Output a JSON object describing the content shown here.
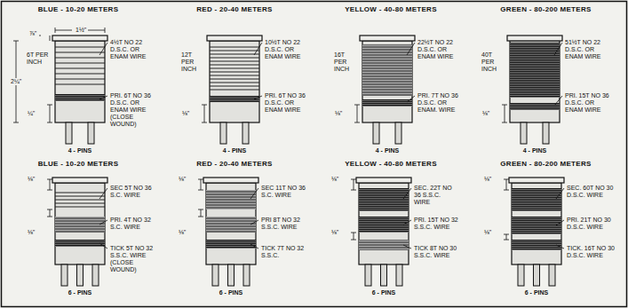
{
  "diagram": {
    "labels": [
      "BLUE - 10-20 METERS",
      "⅞\"",
      "1½\"",
      "6T PER INCH",
      "2¼\"",
      "4½T NO 22 D.S.C. OR ENAM WIRE",
      "PRI. 6T NO 36 D.S.C. OR ENAM WIRE (CLOSE WOUND)",
      "¼\"",
      "4 - PINS",
      "RED - 20-40 METERS",
      "12T PER INCH",
      "10½T NO 22 D.S.C. OR ENAM WIRE",
      "PRI. 6T NO 36 D.S.C. OR ENAM WIRE",
      "⅛\"",
      "4 - PINS",
      "YELLOW - 40-80 METERS",
      "16T PER INCH",
      "22½T NO 22 D.S.C. OR ENAM WIRE",
      "PRI. 7T NO 36 D.S.C. OR ENAM. WIRE",
      "⅛\"",
      "4 - PINS",
      "GREEN - 80-200 METERS",
      "40T PER INCH",
      "51½T NO 22 D.S.C. OR ENAM WIRE",
      "PRI. 15T NO 36 D.S.C. OR ENAM WIRE",
      "⅛\"",
      "4 - PINS",
      "BLUE - 10-20 METERS",
      "⅛\"",
      "SEC 5T NO 36 S.C. WIRE",
      "⅛\"",
      "PRI. 4T NO 32 S.C. WIRE",
      "TICK 5T NO 32 S.S.C. WIRE (CLOSE WOUND)",
      "6 - PINS",
      "RED - 20-40 METERS",
      "⅛\"",
      "SEC 11T NO 36 S.C. WIRE",
      "⅛\"",
      "PRI 8T NO 32 S.S.C. WIRE",
      "TICK 7T NO 32 S.S.C.",
      "6 - PINS",
      "YELLOW - 40-80 METERS",
      "⅛\"",
      "SEC. 22T NO 36 S.S.C. WIRE",
      "PRI. 15T NO 32 S.S.C. WIRE",
      "⅛\"",
      "TICK 8T NO 30 S.S.C. WIRE",
      "6 - PINS",
      "GREEN - 80-200 METERS",
      "⅛\"",
      "SEC. 60T NO 30 D.S.C. WIRE",
      "PRI. 21T NO 30 D.S.C. WIRE",
      "⅛\"",
      "TICK. 16T NO 30 D.S.C. WIRE",
      "6 - PINS"
    ]
  }
}
